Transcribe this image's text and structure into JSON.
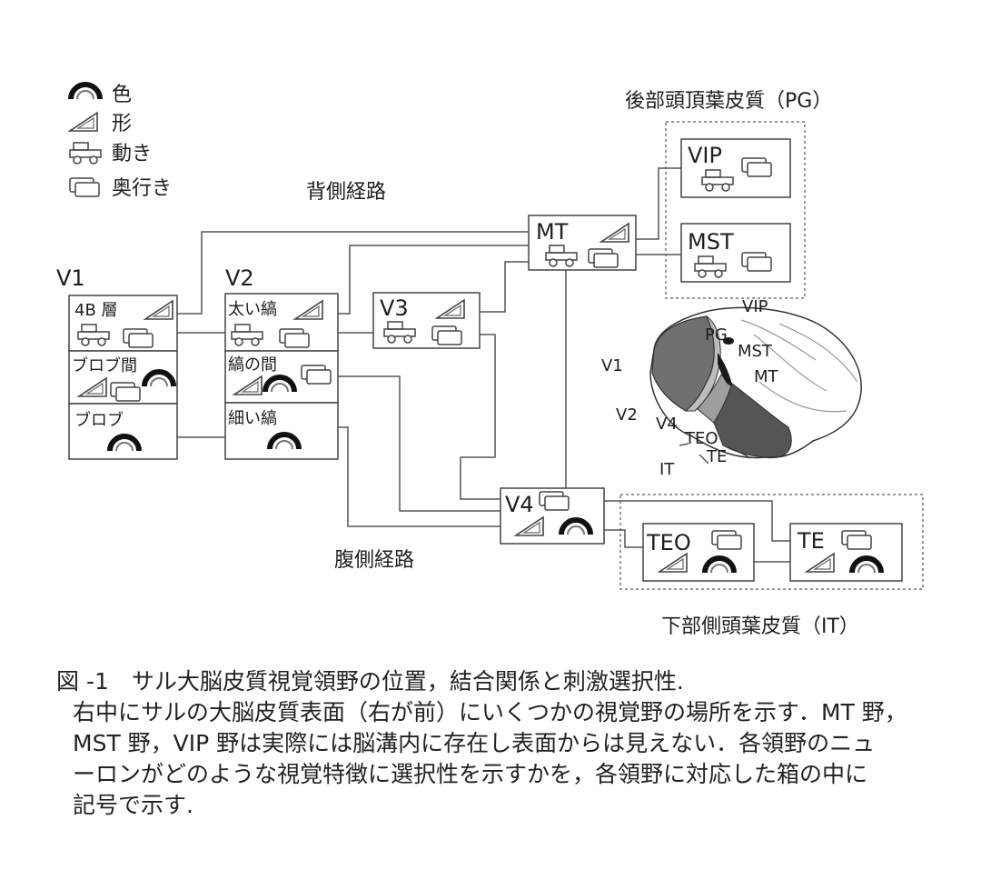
{
  "legend": {
    "color": "色",
    "shape": "形",
    "motion": "動き",
    "depth": "奥行き"
  },
  "pathways": {
    "dorsal": "背側経路",
    "ventral": "腹側経路"
  },
  "regions": {
    "pg_title": "後部頭頂葉皮質（PG）",
    "it_title": "下部側頭葉皮質（IT）"
  },
  "areas": {
    "v1": "V1",
    "v1_4b": "4B 層",
    "v1_interblob": "ブロブ間",
    "v1_blob": "ブロブ",
    "v2": "V2",
    "v2_thick": "太い縞",
    "v2_inter": "縞の間",
    "v2_thin": "細い縞",
    "v3": "V3",
    "mt": "MT",
    "vip": "VIP",
    "mst": "MST",
    "v4": "V4",
    "teo": "TEO",
    "te": "TE"
  },
  "brain_labels": {
    "vip": "VIP",
    "pg": "PG",
    "mst": "MST",
    "mt": "MT",
    "v1": "V1",
    "v2": "V2",
    "v4": "V4",
    "teo": "TEO",
    "te": "TE",
    "it": "IT"
  },
  "caption": {
    "line1": "図 -1　サル大脳皮質視覚領野の位置，結合関係と刺激選択性.",
    "line2": "右中にサルの大脳皮質表面（右が前）にいくつかの視覚野の場所を示す．MT 野，",
    "line3": "MST 野，VIP 野は実際には脳溝内に存在し表面からは見えない．各領野のニュ",
    "line4": "ーロンがどのような視覚特徴に選択性を示すかを，各領野に対応した箱の中に",
    "line5": "記号で示す."
  }
}
